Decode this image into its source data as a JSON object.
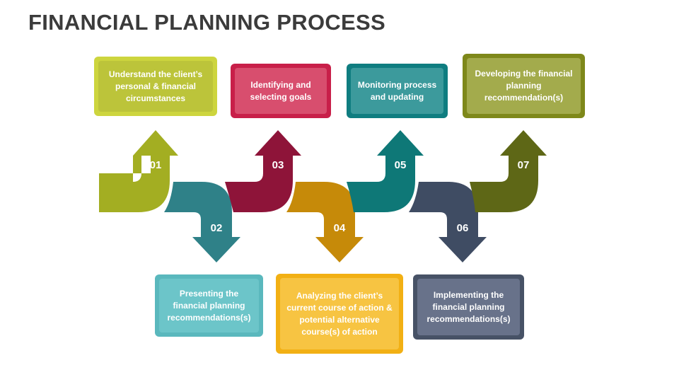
{
  "title": "FINANCIAL PLANNING PROCESS",
  "steps": [
    {
      "num": "01",
      "text": "Understand the client’s personal & financial circumstances",
      "color": "#a3ae22",
      "box_outer": "#cdd53e",
      "box_inner": "#bcc43a"
    },
    {
      "num": "02",
      "text": "Presenting the financial planning recommendations(s)",
      "color": "#2f8188",
      "box_outer": "#5ab8bd",
      "box_inner": "#6cc5c9"
    },
    {
      "num": "03",
      "text": "Identifying and selecting goals",
      "color": "#8e1439",
      "box_outer": "#c81f49",
      "box_inner": "#d84e6e"
    },
    {
      "num": "04",
      "text": "Analyzing the client’s current course of action & potential alternative course(s) of action",
      "color": "#c68a09",
      "box_outer": "#f2b014",
      "box_inner": "#f7c442"
    },
    {
      "num": "05",
      "text": "Monitoring process and updating",
      "color": "#0e7877",
      "box_outer": "#0f7d80",
      "box_inner": "#3c9a9c"
    },
    {
      "num": "06",
      "text": "Implementing the financial planning recommendations(s)",
      "color": "#3f4c63",
      "box_outer": "#475266",
      "box_inner": "#68728a"
    },
    {
      "num": "07",
      "text": "Developing the financial planning recommendation(s)",
      "color": "#5e6716",
      "box_outer": "#7e881a",
      "box_inner": "#a3ab4c"
    }
  ]
}
